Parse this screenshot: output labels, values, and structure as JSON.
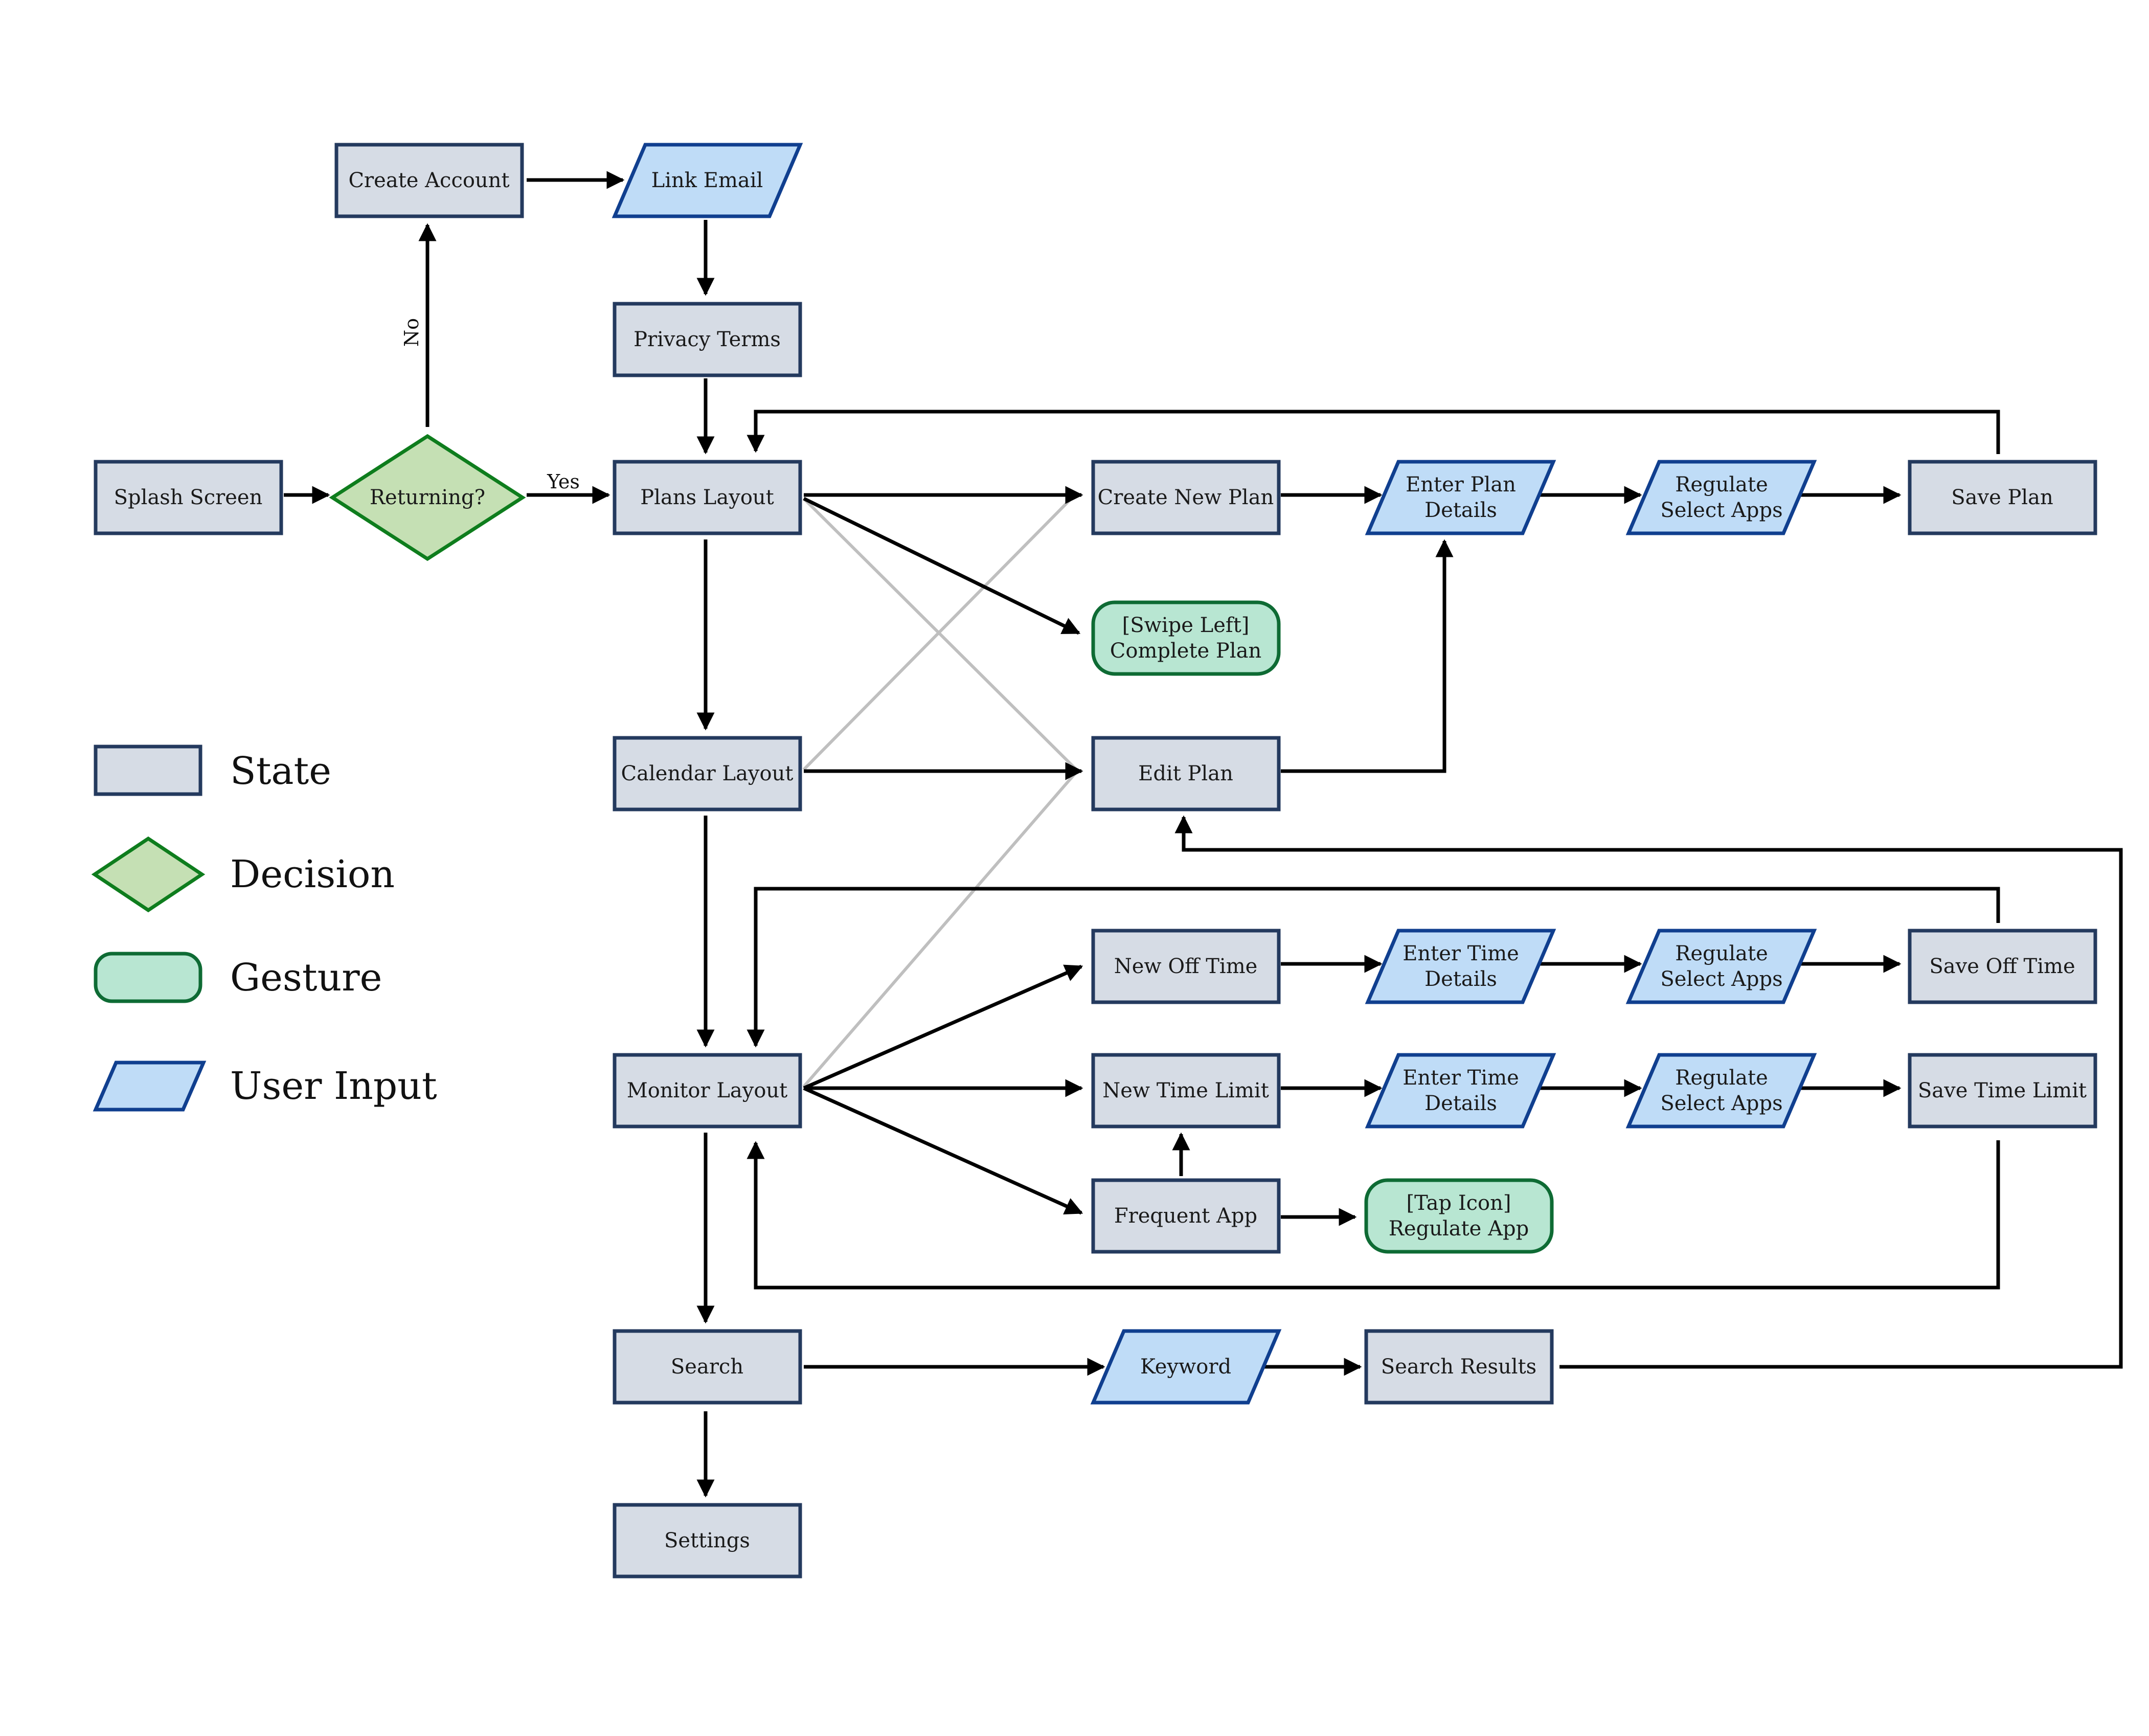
{
  "colors": {
    "state_fill": "#d6dce5",
    "state_stroke": "#243a5e",
    "decision_fill": "#c5e0b4",
    "decision_stroke": "#0e7d1d",
    "gesture_fill": "#b8e6d2",
    "gesture_stroke": "#0e6b34",
    "input_fill": "#bfdcf7",
    "input_stroke": "#103f8f",
    "arrow": "#000000",
    "arrow_faded": "#bfbfbf"
  },
  "nodes": {
    "create_account": "Create Account",
    "link_email": "Link Email",
    "privacy_terms": "Privacy Terms",
    "splash_screen": "Splash Screen",
    "returning": "Returning?",
    "plans_layout": "Plans Layout",
    "create_new_plan": "Create New Plan",
    "enter_plan_details": [
      "Enter Plan",
      "Details"
    ],
    "regulate_select_apps_1": [
      "Regulate",
      "Select Apps"
    ],
    "save_plan": "Save Plan",
    "swipe_left": [
      "[Swipe Left]",
      "Complete Plan"
    ],
    "calendar_layout": "Calendar Layout",
    "edit_plan": "Edit Plan",
    "new_off_time": "New Off Time",
    "enter_time_details_1": [
      "Enter Time",
      "Details"
    ],
    "regulate_select_apps_2": [
      "Regulate",
      "Select Apps"
    ],
    "save_off_time": "Save Off Time",
    "monitor_layout": "Monitor Layout",
    "new_time_limit": "New Time Limit",
    "enter_time_details_2": [
      "Enter Time",
      "Details"
    ],
    "regulate_select_apps_3": [
      "Regulate",
      "Select Apps"
    ],
    "save_time_limit": "Save Time Limit",
    "frequent_app": "Frequent App",
    "tap_icon": [
      "[Tap Icon]",
      "Regulate App"
    ],
    "search": "Search",
    "keyword": "Keyword",
    "search_results": "Search Results",
    "settings": "Settings"
  },
  "edge_labels": {
    "no": "No",
    "yes": "Yes"
  },
  "legend": {
    "state": "State",
    "decision": "Decision",
    "gesture": "Gesture",
    "user_input": "User Input"
  }
}
